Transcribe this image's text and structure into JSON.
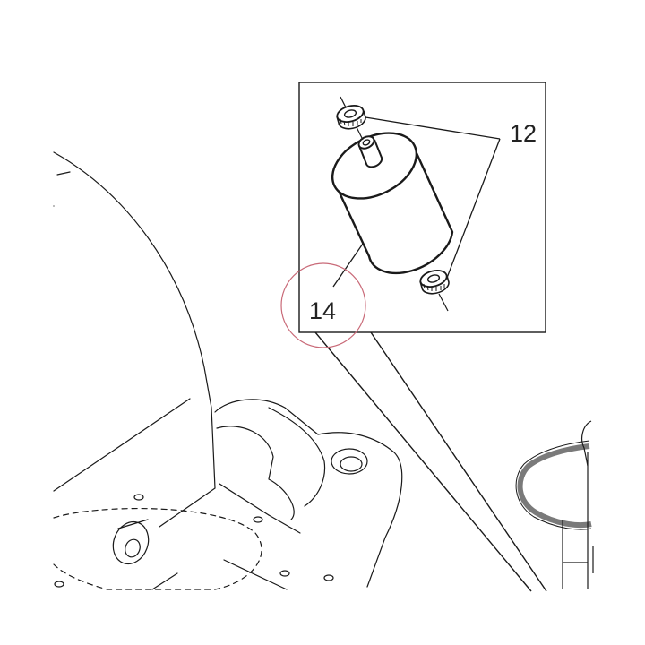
{
  "diagram": {
    "callouts": [
      {
        "id": "12",
        "text": "12"
      },
      {
        "id": "14",
        "text": "14"
      }
    ],
    "colors": {
      "line": "#1a1a1a",
      "highlight_circle": "#c96a78",
      "cable": "#7a7a7a"
    }
  }
}
